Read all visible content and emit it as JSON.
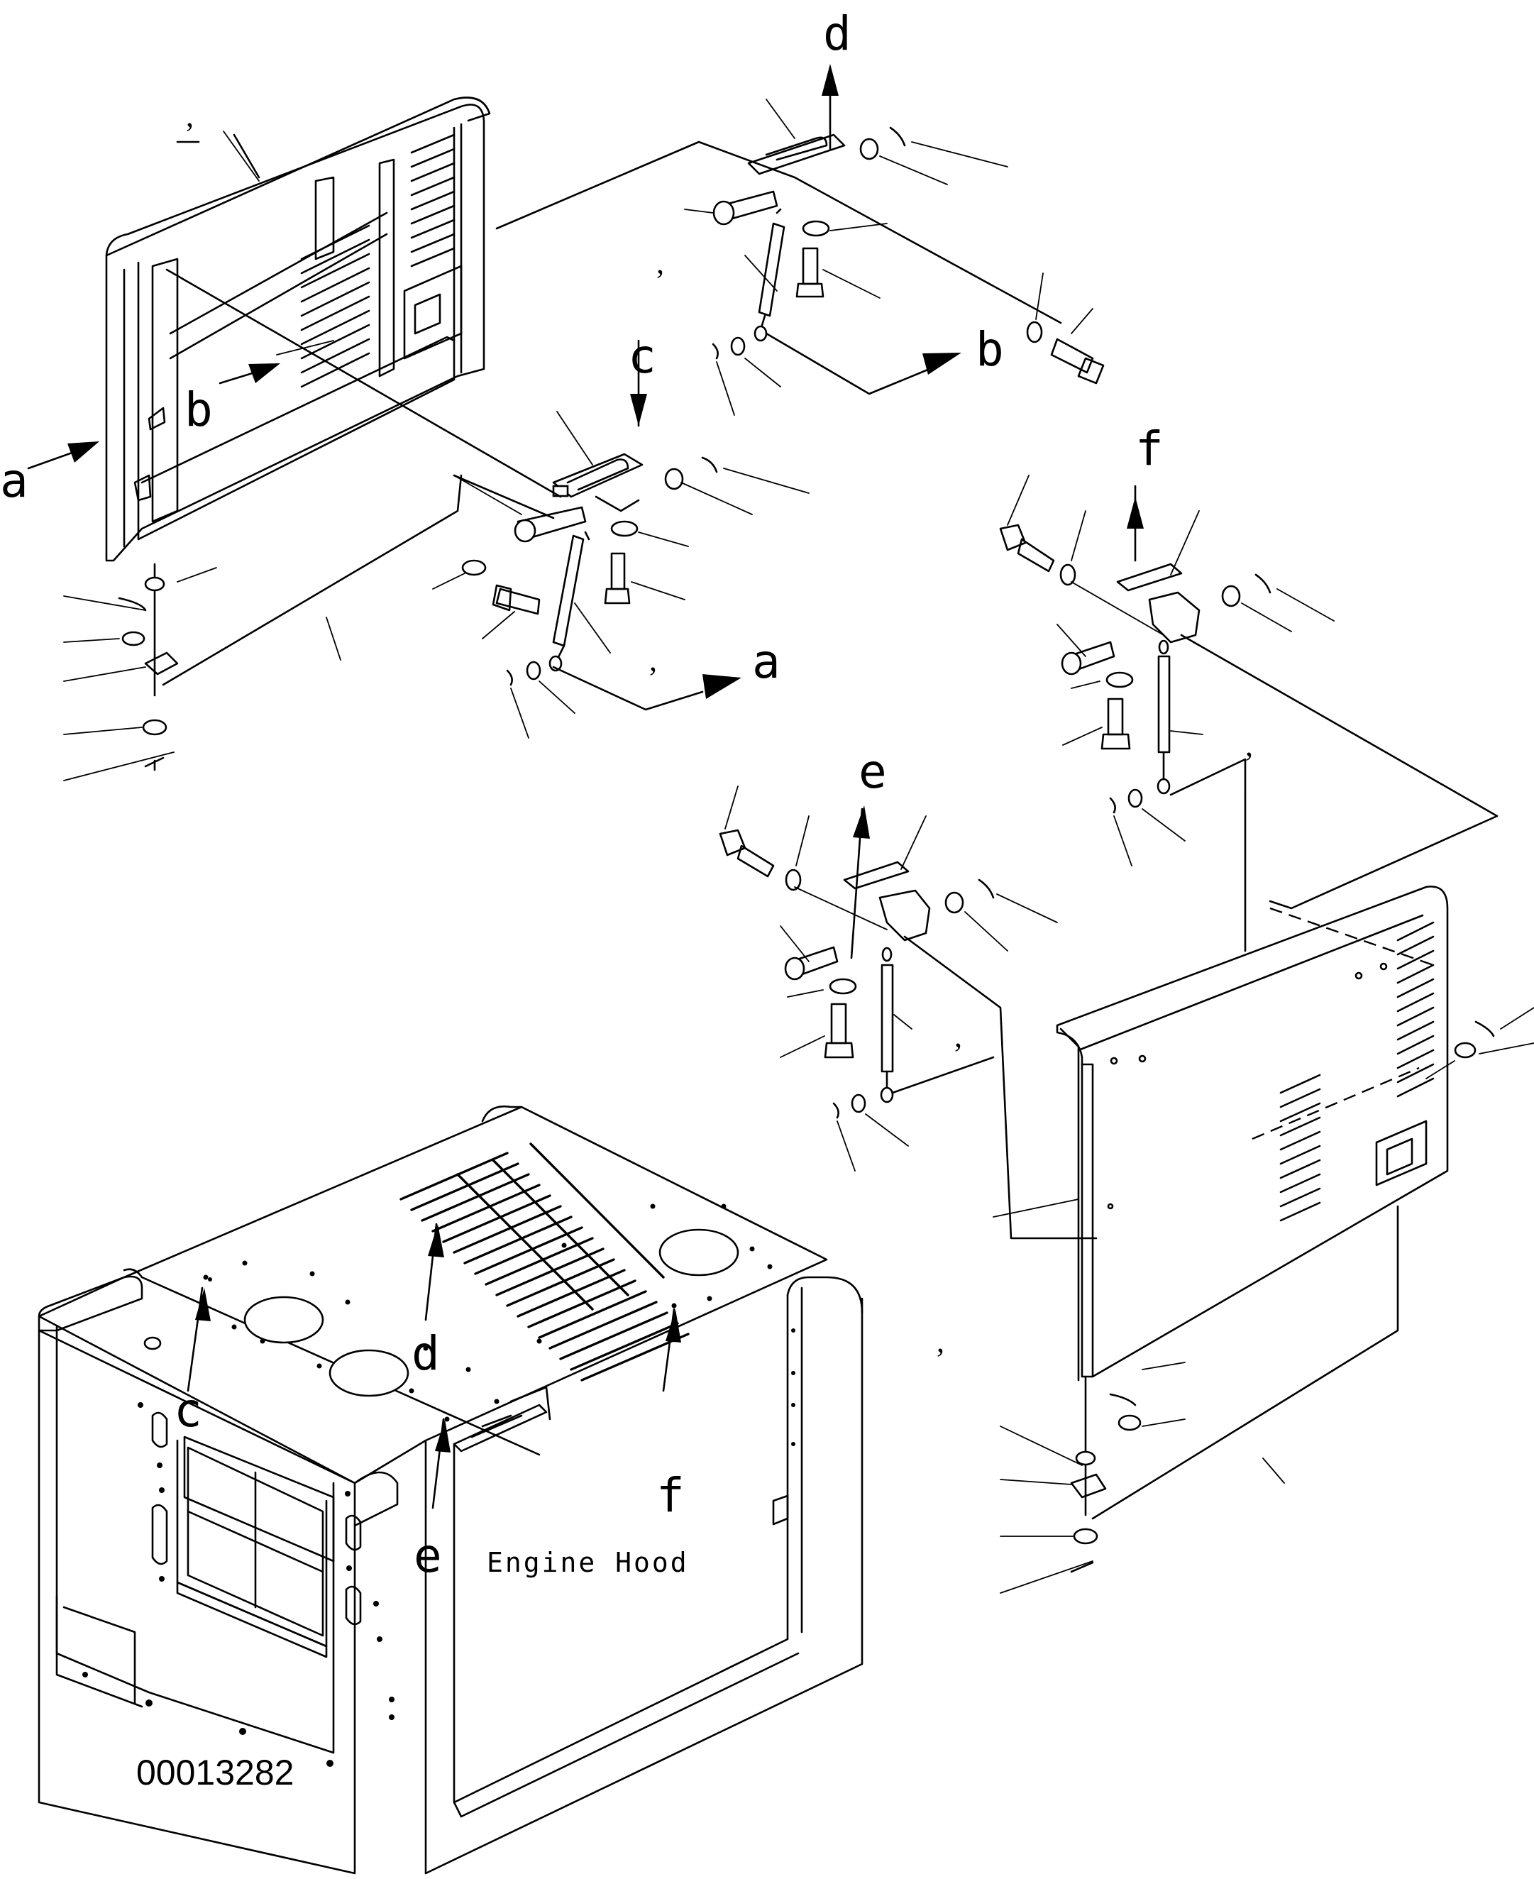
{
  "diagram": {
    "caption": "Engine Hood",
    "drawing_number": "00013282",
    "reference_letters": [
      "a",
      "b",
      "c",
      "d",
      "e",
      "f"
    ],
    "tick_mark": ","
  }
}
